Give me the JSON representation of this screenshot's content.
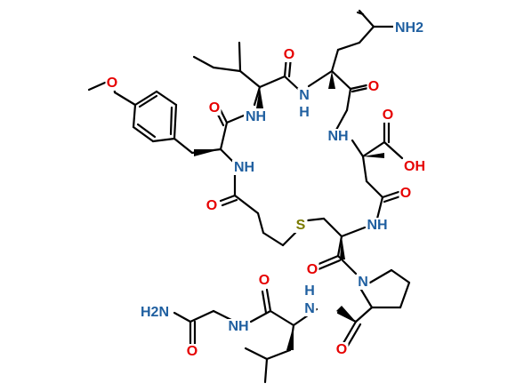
{
  "colors": {
    "bond": "#000000",
    "O": "#e60000",
    "N": "#1f5fa0",
    "S": "#7a7a00",
    "H": "#1f5fa0"
  },
  "labels": {
    "amide_nh2_top": "NH2",
    "methoxy_o": "O",
    "ile_co_o": "O",
    "tyr_co_o": "O",
    "nh_ile": "NH",
    "n_gln": "N",
    "h_gln": "H",
    "gln_co_o": "O",
    "nh_asp": "NH",
    "cooh_o": "O",
    "cooh_oh": "OH",
    "nh_tyr": "NH",
    "asn_co_o": "O",
    "linker_co_o": "O",
    "s_atom": "S",
    "nh_cys": "NH",
    "cys_co_o": "O",
    "pro_n": "N",
    "h_leu": "H",
    "n_leu": "N",
    "gly_nh2": "H2N",
    "gly_nh": "NH",
    "leu_co_o": "O",
    "gly_co_o": "O",
    "pro_co_o": "O"
  }
}
